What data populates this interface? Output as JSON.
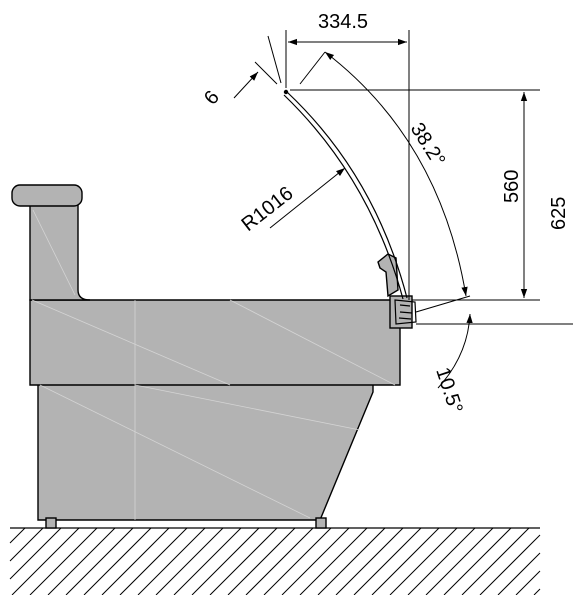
{
  "dimensions": {
    "width_top": "334.5",
    "glass_gap": "6",
    "radius": "R1016",
    "angle_glass": "38.2°",
    "height_inner": "560",
    "height_outer": "625",
    "angle_bottom": "10.5°"
  },
  "colors": {
    "body_fill": "#b3b3b3",
    "line": "#000000",
    "hatch": "#000000"
  }
}
